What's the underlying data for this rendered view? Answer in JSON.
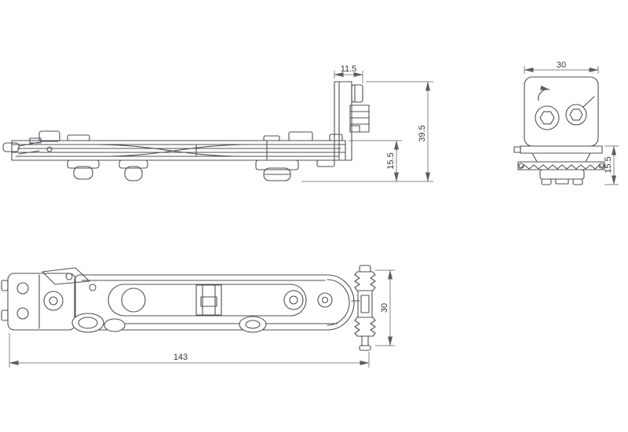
{
  "drawing": {
    "side_view": {
      "dim_tab_offset": "11.5",
      "dim_overall_height": "39.5",
      "dim_rail_height": "15.5"
    },
    "end_view": {
      "dim_width": "30",
      "dim_rail_height": "15.5"
    },
    "plan_view": {
      "dim_length": "143",
      "dim_track_height": "30"
    }
  }
}
